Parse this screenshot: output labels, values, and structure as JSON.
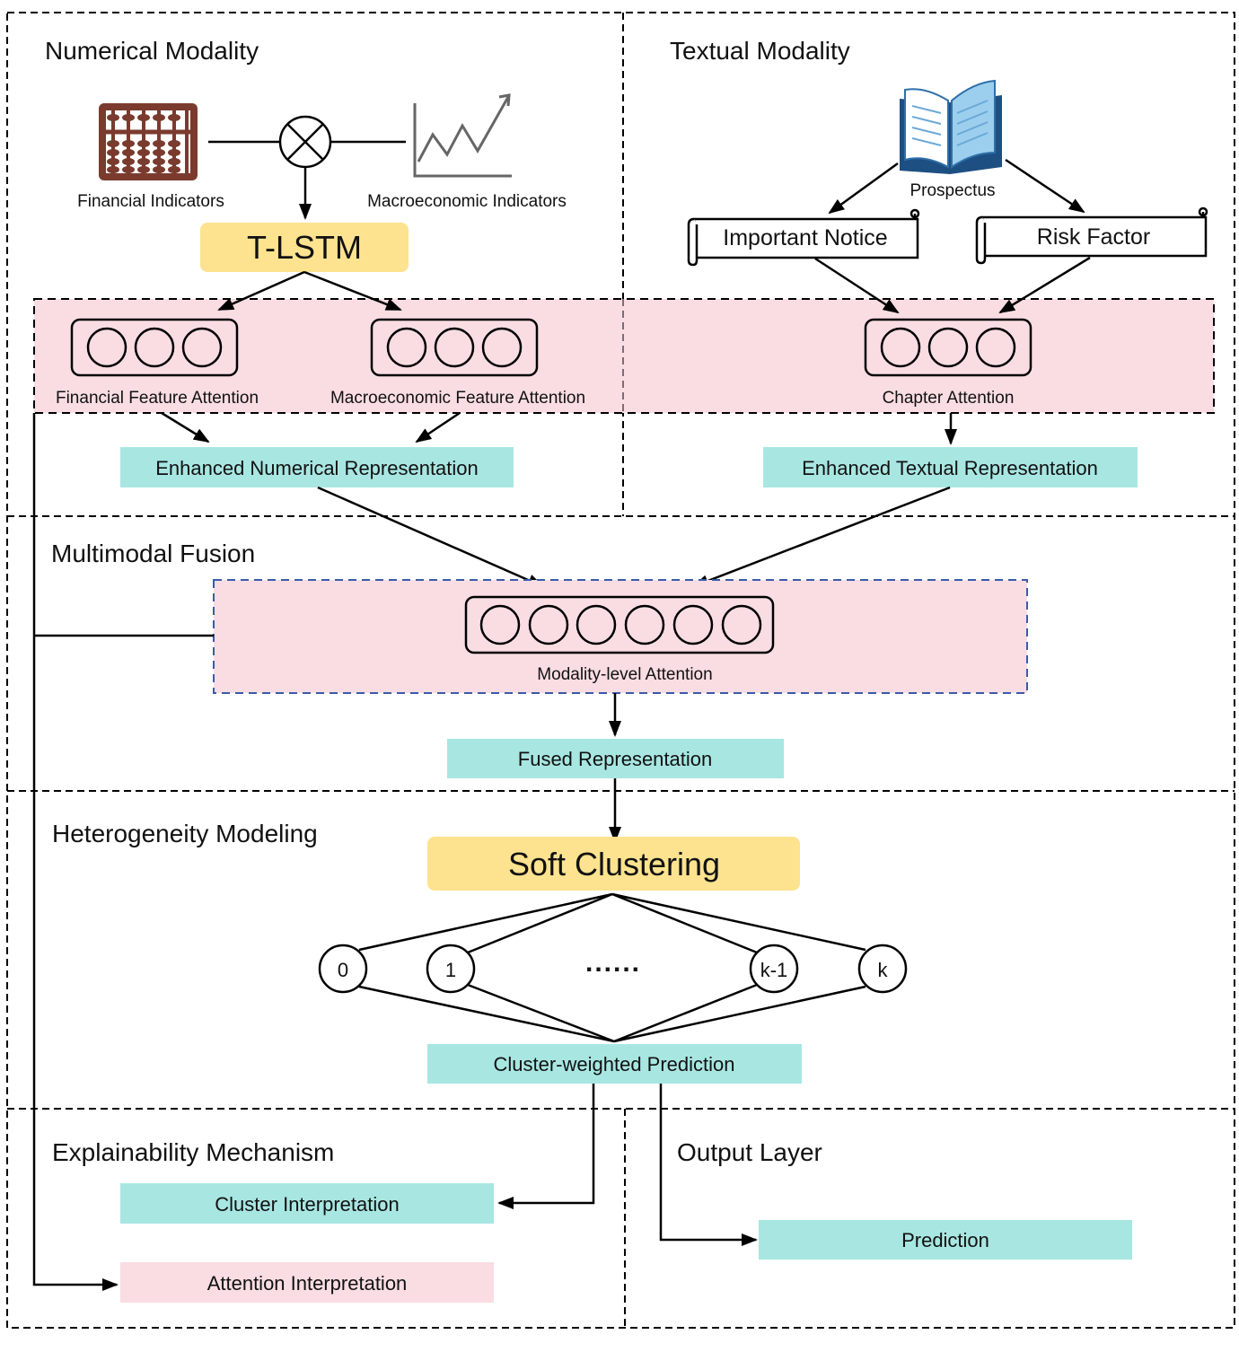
{
  "title": "Multimodal prediction framework architecture",
  "colors": {
    "attention_panel": "#f9dde2",
    "representation_box": "#a8e6e2",
    "model_box": "#fde38f",
    "attention_output_box": "#f9dde2",
    "fusion_border": "#3a5ba8",
    "line": "#000000",
    "abacus": "#7a3b2e",
    "book_blue": "#2f6fa8",
    "book_light": "#9ccfee"
  },
  "sections": {
    "numerical": {
      "title": "Numerical Modality"
    },
    "textual": {
      "title": "Textual Modality"
    },
    "fusion": {
      "title": "Multimodal Fusion"
    },
    "heterogeneity": {
      "title": "Heterogeneity Modeling"
    },
    "explainability": {
      "title": "Explainability Mechanism"
    },
    "output": {
      "title": "Output Layer"
    }
  },
  "numerical": {
    "inputs": [
      {
        "label": "Financial Indicators",
        "icon": "abacus-icon"
      },
      {
        "label": "Macroeconomic Indicators",
        "icon": "line-chart-icon"
      }
    ],
    "combine_operator": "circle-times-icon",
    "encoder": "T-LSTM",
    "attention": [
      {
        "label": "Financial Feature Attention",
        "nodes": 3
      },
      {
        "label": "Macroeconomic Feature Attention",
        "nodes": 3
      }
    ],
    "representation": "Enhanced Numerical Representation"
  },
  "textual": {
    "source": {
      "label": "Prospectus",
      "icon": "book-icon"
    },
    "chapters": [
      "Important Notice",
      "Risk Factor"
    ],
    "attention": {
      "label": "Chapter Attention",
      "nodes": 3
    },
    "representation": "Enhanced Textual Representation"
  },
  "fusion": {
    "attention": {
      "label": "Modality-level Attention",
      "nodes": 6
    },
    "representation": "Fused Representation"
  },
  "heterogeneity": {
    "module": "Soft Clustering",
    "clusters": [
      "0",
      "1",
      "k-1",
      "k"
    ],
    "ellipsis": "......",
    "prediction": "Cluster-weighted Prediction"
  },
  "explainability": {
    "cluster_output": "Cluster Interpretation",
    "attention_output": "Attention Interpretation"
  },
  "output": {
    "prediction": "Prediction"
  }
}
